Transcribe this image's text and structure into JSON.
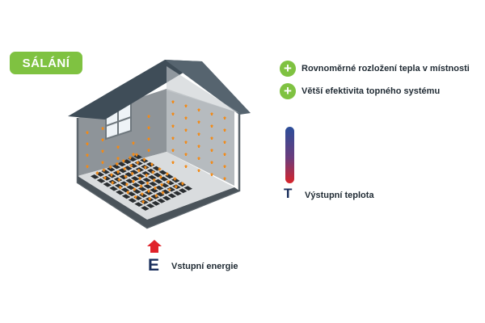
{
  "badge": {
    "label": "SÁLÁNÍ",
    "color": "#7fc241"
  },
  "benefits": [
    {
      "icon": "plus-icon",
      "text": "Rovnoměrné rozložení tepla v místnosti"
    },
    {
      "icon": "plus-icon",
      "text": "Větší efektivita topného systému"
    }
  ],
  "temperature": {
    "letter": "T",
    "label": "Výstupní teplota",
    "gradient": [
      "#2b4e9a",
      "#d8242a"
    ]
  },
  "energy": {
    "letter": "E",
    "label": "Vstupní energie",
    "arrow_color": "#e0222a"
  },
  "colors": {
    "accent": "#7fc241",
    "navy": "#1a2f5c",
    "heat_arrow": "#f28a17",
    "roof": "#3f4d58"
  }
}
